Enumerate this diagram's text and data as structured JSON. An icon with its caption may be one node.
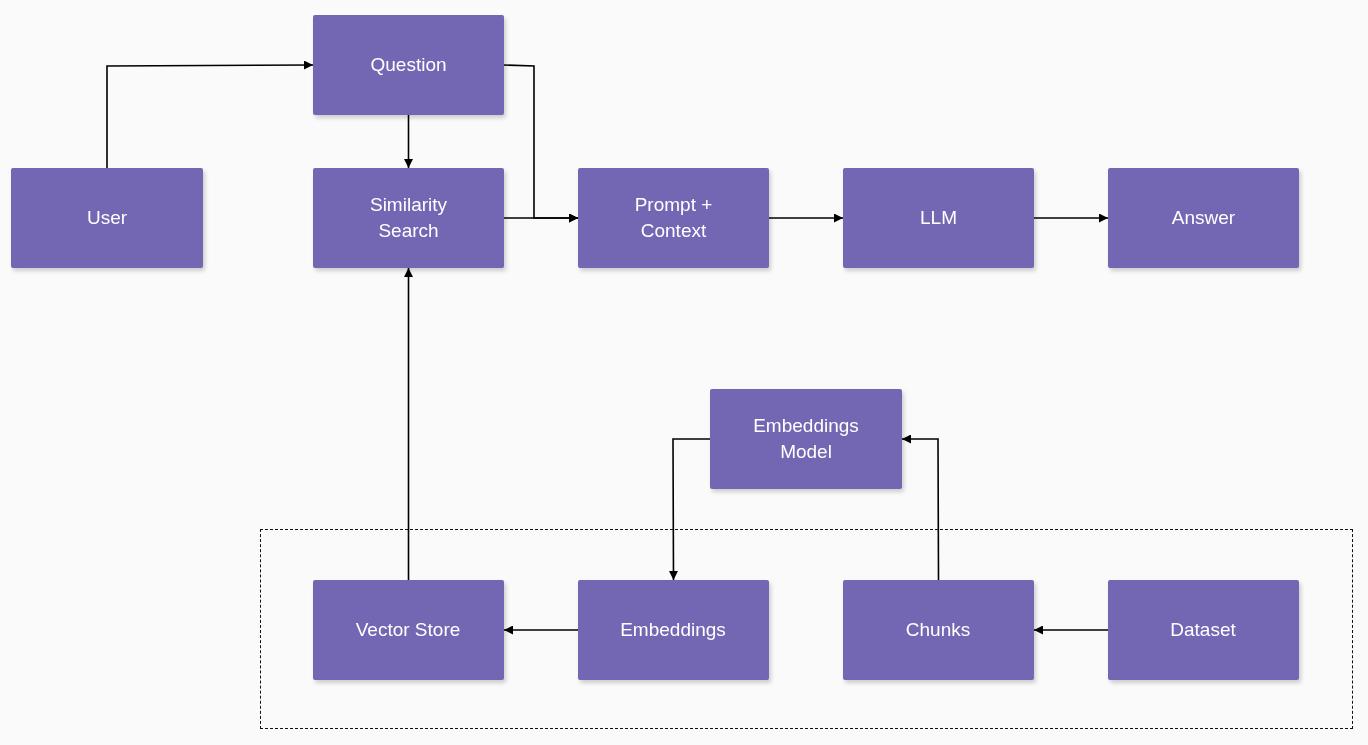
{
  "diagram": {
    "nodes": [
      {
        "text": [
          "Question"
        ]
      },
      {
        "text": [
          "User"
        ]
      },
      {
        "text": [
          "Similarity Search"
        ]
      },
      {
        "text": [
          "Prompt + Context"
        ]
      },
      {
        "text": [
          "LLM"
        ]
      },
      {
        "text": [
          "Answer"
        ]
      },
      {
        "text": [
          "Embeddings Model"
        ]
      },
      {
        "text": [],
        "shape": "box"
      },
      {
        "text": [
          "Vector Store"
        ],
        "in": 7
      },
      {
        "text": [
          "Embeddings"
        ],
        "in": 7
      },
      {
        "text": [
          "Chunks"
        ],
        "in": 7
      },
      {
        "text": [
          "Dataset"
        ],
        "in": 7
      }
    ],
    "edges": [
      {
        "from": 1,
        "to": 0,
        "arrow": "to"
      },
      {
        "from": 0,
        "to": 2,
        "arrow": "to"
      },
      {
        "from": 0,
        "to": 3,
        "arrow": "to"
      },
      {
        "from": 2,
        "to": 3,
        "arrow": "to"
      },
      {
        "from": 3,
        "to": 4,
        "arrow": "to"
      },
      {
        "from": 4,
        "to": 5,
        "arrow": "to"
      },
      {
        "from": 8,
        "to": 2,
        "arrow": "to"
      },
      {
        "from": 6,
        "to": 9,
        "arrow": "to"
      },
      {
        "from": 10,
        "to": 6,
        "arrow": "to"
      },
      {
        "from": 11,
        "to": 10,
        "arrow": "to"
      },
      {
        "from": 9,
        "to": 8,
        "arrow": "to"
      }
    ]
  }
}
